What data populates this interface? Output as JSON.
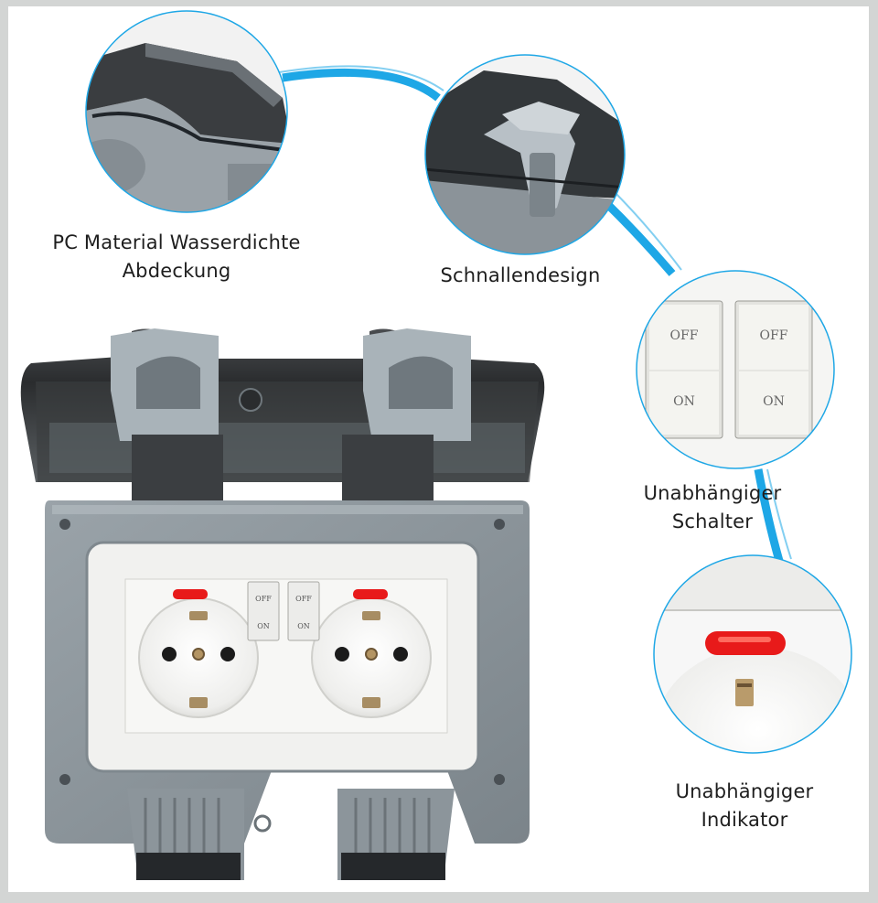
{
  "callouts": {
    "cover": {
      "line1": "PC Material Wasserdichte",
      "line2": "Abdeckung"
    },
    "buckle": {
      "line1": "Schnallendesign"
    },
    "switch": {
      "line1": "Unabhängiger",
      "line2": "Schalter"
    },
    "indicator": {
      "line1": "Unabhängiger",
      "line2": "Indikator"
    }
  },
  "switch_labels": {
    "off": "OFF",
    "on": "ON"
  },
  "colors": {
    "connector": "#1ea7e6",
    "housing": "#8e979e",
    "lid": "#2b2d2f",
    "indicator": "#e81a1a"
  }
}
